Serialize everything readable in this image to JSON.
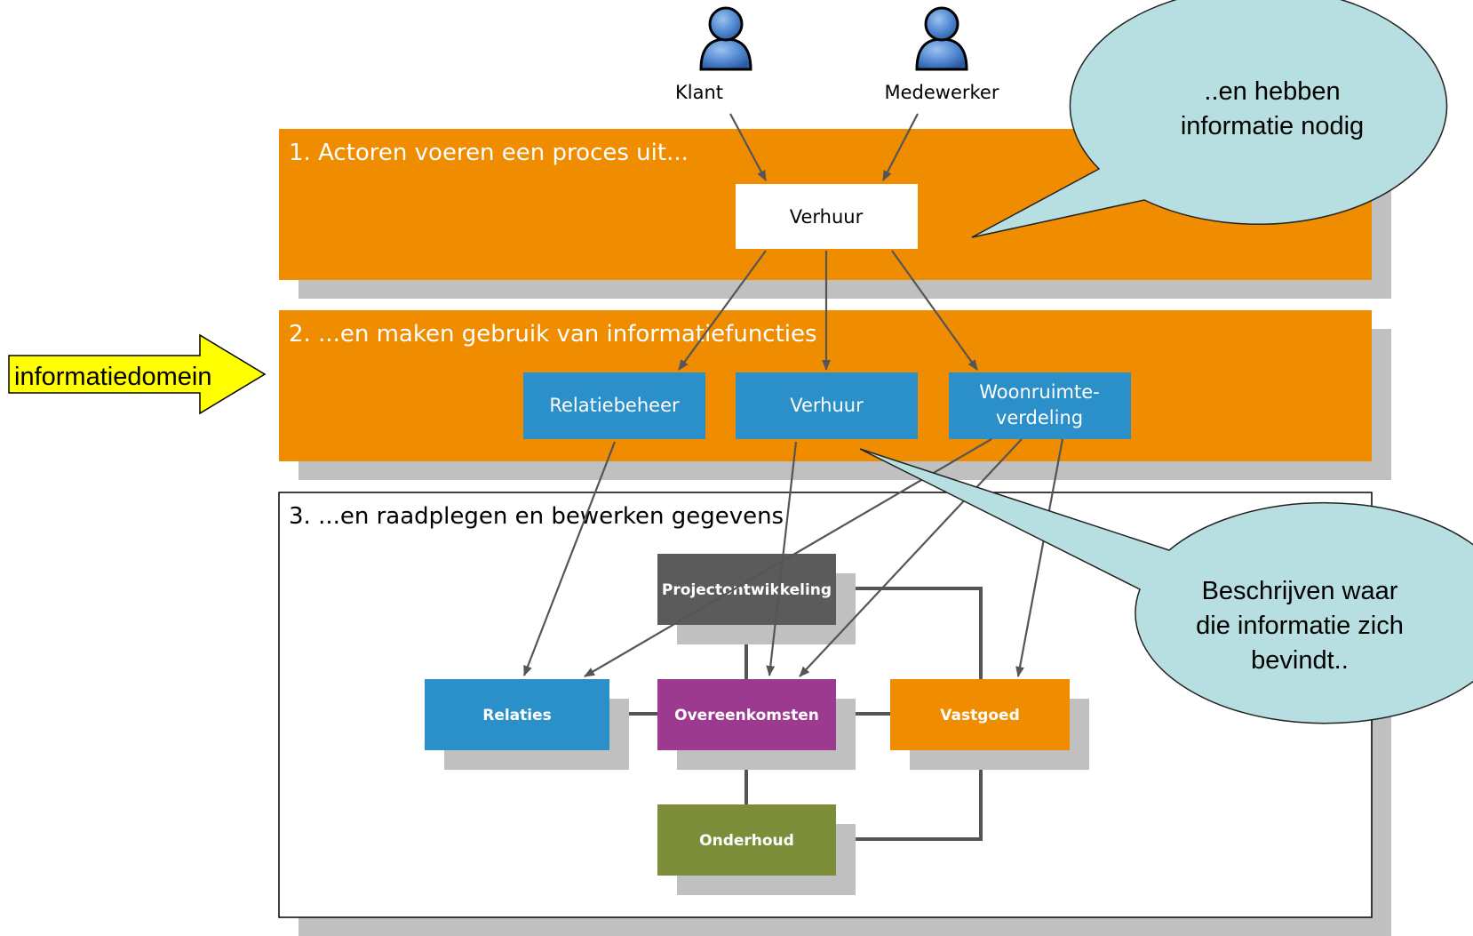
{
  "actors": {
    "klant": "Klant",
    "medewerker": "Medewerker"
  },
  "callouts": {
    "top": [
      "..en hebben",
      "informatie nodig"
    ],
    "bottom": [
      "Beschrijven waar",
      "die informatie zich",
      "bevindt.."
    ]
  },
  "domain_arrow": "informatiedomein",
  "layers": {
    "layer1": {
      "title": "1. Actoren voeren een proces uit...",
      "process": "Verhuur"
    },
    "layer2": {
      "title": "2. ...en maken gebruik van informatiefuncties",
      "functions": {
        "relatiebeheer": "Relatiebeheer",
        "verhuur": "Verhuur",
        "woonruimte": [
          "Woonruimte-",
          "verdeling"
        ]
      }
    },
    "layer3": {
      "title": "3. ...en raadplegen en bewerken gegevens",
      "entities": {
        "projectontwikkeling": "Projectontwikkeling",
        "relaties": "Relaties",
        "overeenkomsten": "Overeenkomsten",
        "vastgoed": "Vastgoed",
        "onderhoud": "Onderhoud"
      }
    }
  },
  "colors": {
    "orange_layer": "#F08C00",
    "shadow": "#C0C0C0",
    "function_blue": "#2B8FC9",
    "entity_gray": "#5B5B5B",
    "entity_purple": "#9B3A8E",
    "entity_orange": "#F08C00",
    "entity_green": "#7D8E3A",
    "callout_fill": "#B7DEE0",
    "arrow_yellow": "#FFFF00",
    "line": "#555555"
  }
}
